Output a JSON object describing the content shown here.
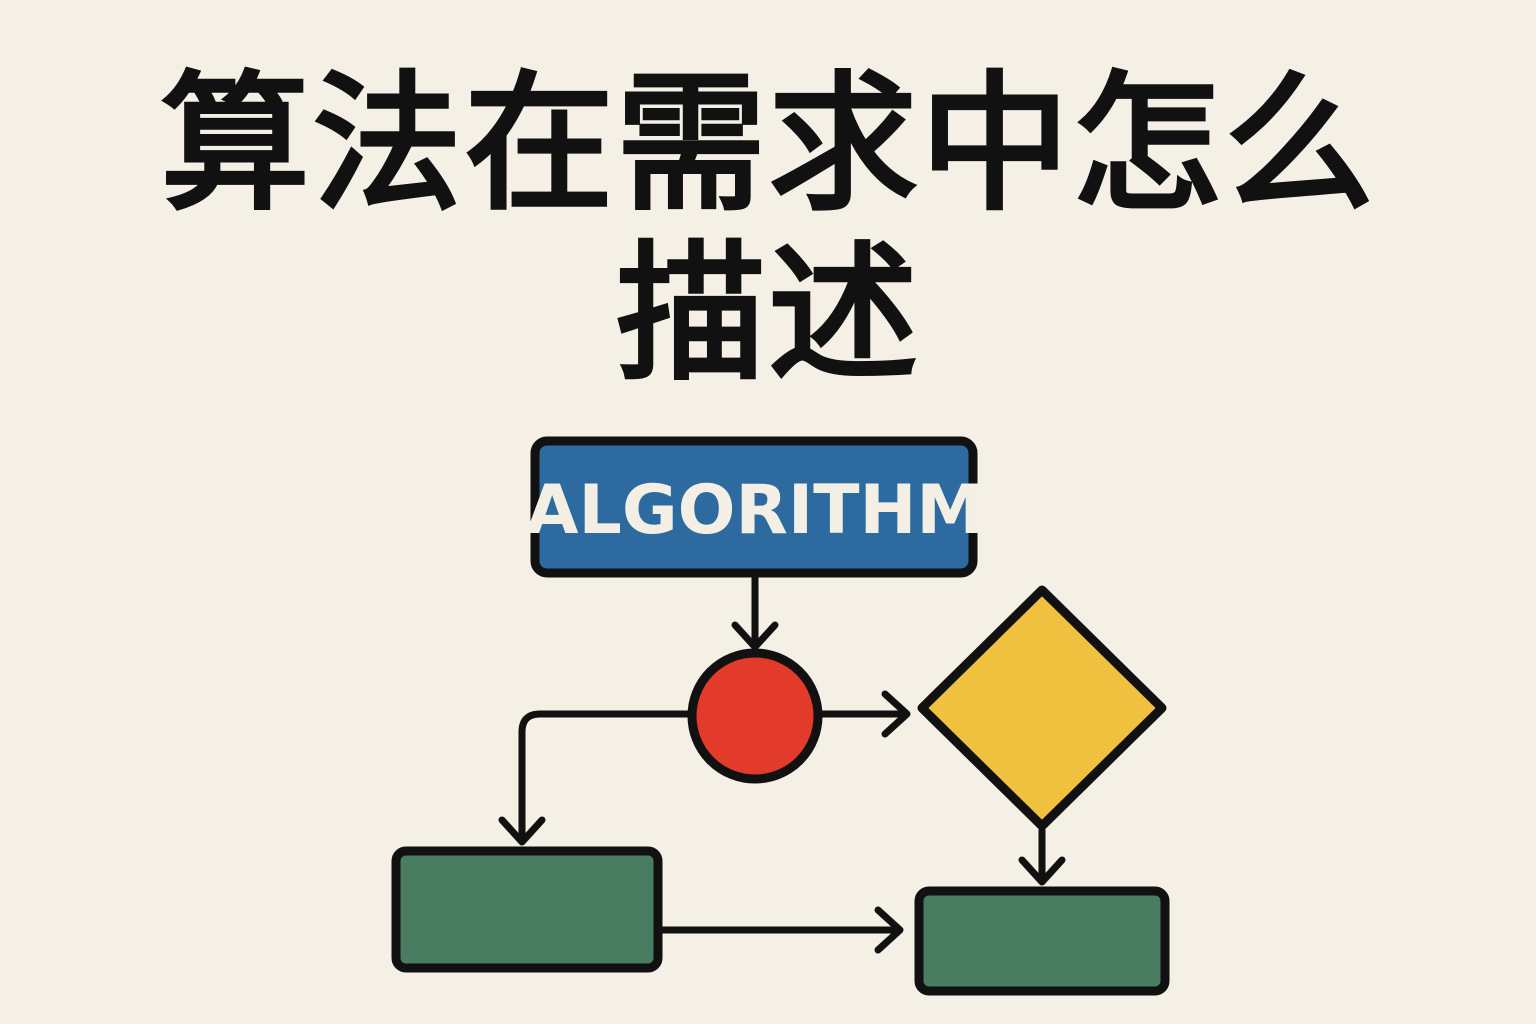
{
  "title": {
    "line1": "算法在需求中怎么",
    "line2": "描述"
  },
  "diagram": {
    "algorithm_label": "ALGORITHM",
    "colors": {
      "background": "#f5f0e6",
      "algorithm_box": "#2d6aa0",
      "circle": "#e23b2b",
      "diamond": "#f0c03f",
      "green_box": "#4a7c62",
      "stroke": "#111111"
    }
  }
}
